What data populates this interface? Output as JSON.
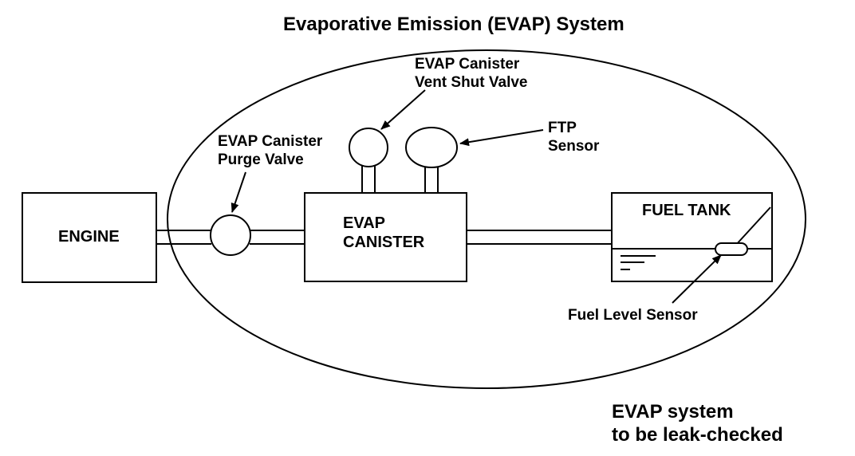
{
  "title": "Evaporative Emission (EVAP) System",
  "components": {
    "engine": "ENGINE",
    "canister_line1": "EVAP",
    "canister_line2": "CANISTER",
    "fuel_tank": "FUEL TANK"
  },
  "callouts": {
    "vent_valve_line1": "EVAP Canister",
    "vent_valve_line2": "Vent Shut Valve",
    "purge_valve_line1": "EVAP Canister",
    "purge_valve_line2": "Purge Valve",
    "ftp_line1": "FTP",
    "ftp_line2": "Sensor",
    "fuel_level": "Fuel Level Sensor"
  },
  "note": {
    "line1": "EVAP system",
    "line2": "to be leak-checked"
  }
}
